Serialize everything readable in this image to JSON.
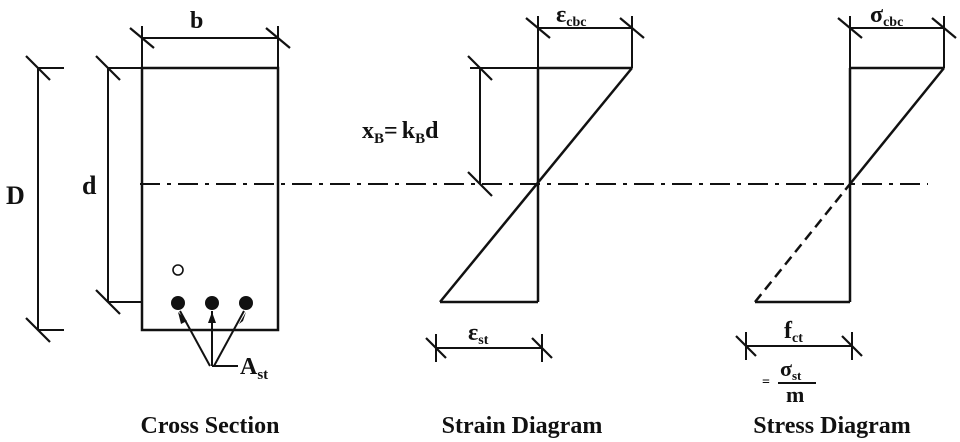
{
  "labels": {
    "b": "b",
    "D": "D",
    "d": "d",
    "A": "A",
    "st_sub": "st",
    "x": "x",
    "B_sub": "B",
    "equals": "=",
    "k": "k",
    "d_lower": "d",
    "epsilon": "ε",
    "cbc_sub": "cbc",
    "sigma": "σ",
    "f": "f",
    "ct_sub": "ct",
    "m": "m",
    "cross_section": "Cross Section",
    "strain_diagram": "Strain Diagram",
    "stress_diagram": "Stress Diagram"
  },
  "colors": {
    "ink": "#111111",
    "background": "#ffffff"
  }
}
